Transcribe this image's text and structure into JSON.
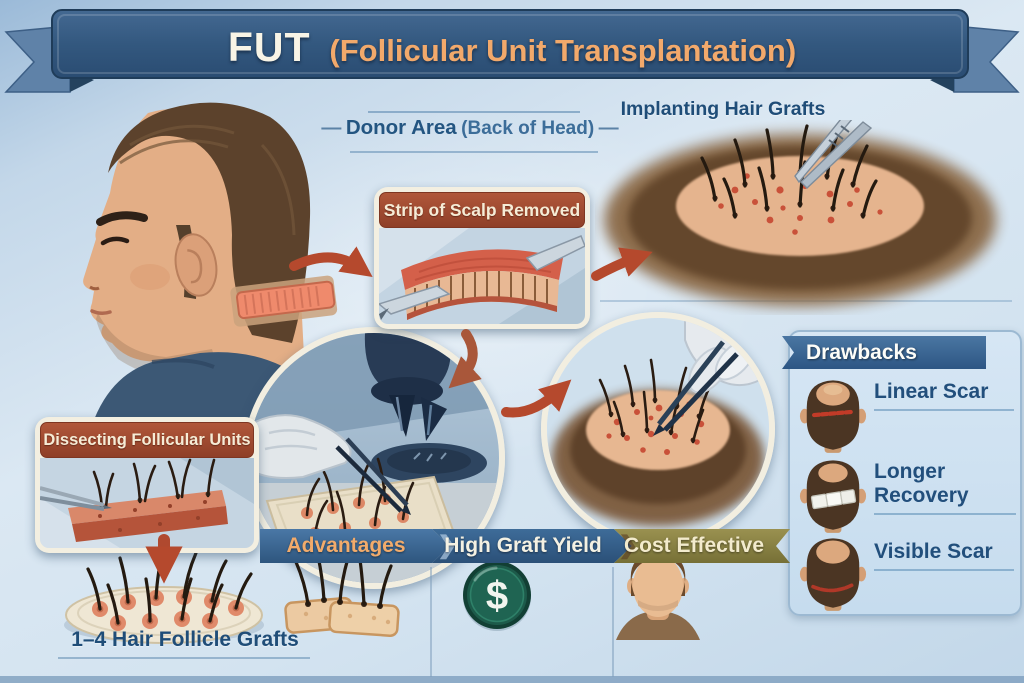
{
  "banner": {
    "abbr": "FUT",
    "subtitle": "(Follicular Unit Transplantation)"
  },
  "donor_area": {
    "dash_left": "—",
    "label": "Donor Area",
    "sublabel": "(Back of Head)",
    "dash_right": "—"
  },
  "implanting_label": "Implanting Hair Grafts",
  "strip_box": {
    "title": "Strip of Scalp Removed"
  },
  "dissecting_box": {
    "title": "Dissecting Follicular Units"
  },
  "grafts_caption": "1–4 Hair Follicle Grafts",
  "drawbacks": {
    "title": "Drawbacks",
    "items": [
      {
        "label": "Linear Scar",
        "icon": "head-back-linear-scar"
      },
      {
        "label": "Longer Recovery",
        "icon": "head-back-bandage"
      },
      {
        "label": "Visible Scar",
        "icon": "head-back-visible-scar"
      }
    ]
  },
  "advantages_bar": {
    "header": "Advantages",
    "header_icon": "follicle-grafts",
    "items": [
      {
        "label": "High Graft Yield",
        "icon": "dollar-coin"
      },
      {
        "label": "Cost Effective",
        "icon": "patient-face"
      }
    ]
  },
  "coin_symbol": "$",
  "icons": {
    "chevron_separator": "❯"
  },
  "colors": {
    "ribbon_blue": "#2f5378",
    "accent_orange": "#f2a96b",
    "header_red": "#a24a30",
    "text_blue": "#1f4d78",
    "bar_gold": "#8b8446",
    "coin_teal": "#1d5c4a",
    "arrow_red": "#b5492d"
  }
}
